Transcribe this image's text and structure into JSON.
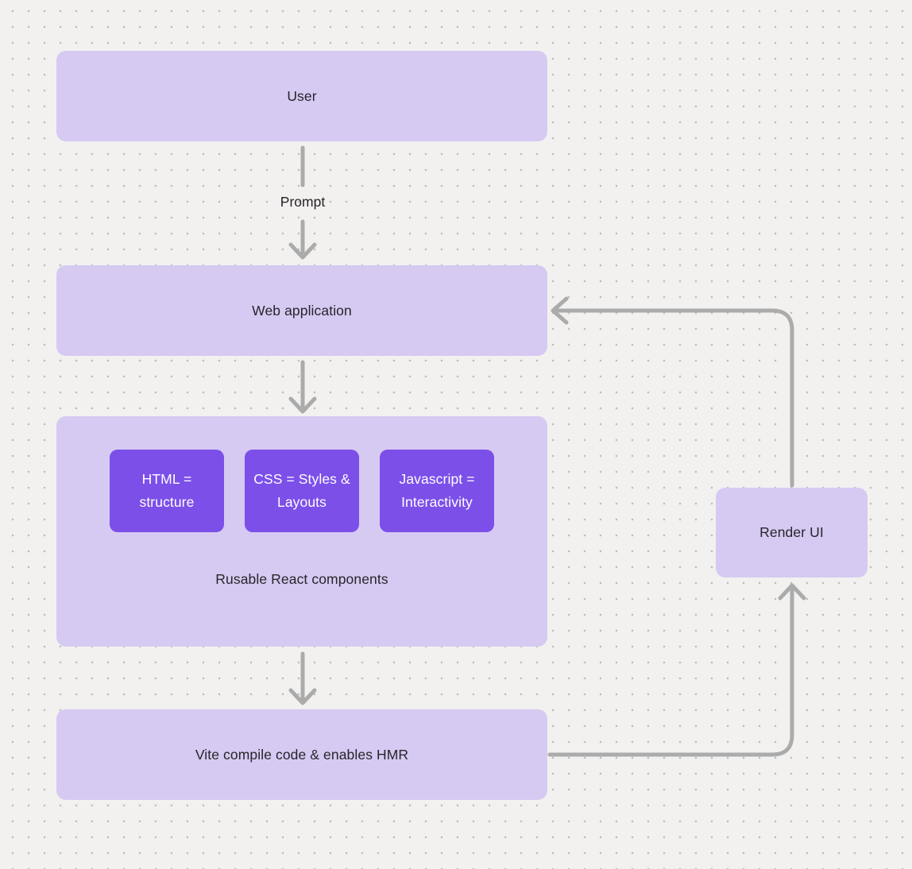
{
  "canvas": {
    "background_color": "#f2f1f0",
    "dot_color": "#bfbdbc"
  },
  "palette": {
    "node_fill": "#d6caf2",
    "accent_fill": "#7c4fe9",
    "accent_text": "#ffffff",
    "text_color": "#28242b",
    "connector_color": "#ababab"
  },
  "nodes": {
    "user": {
      "label": "User"
    },
    "web_application": {
      "label": "Web application"
    },
    "components_group": {
      "label": "Rusable React components",
      "children": [
        {
          "label": "HTML = structure"
        },
        {
          "label": "CSS = Styles & Layouts"
        },
        {
          "label": "Javascript = Interactivity"
        }
      ]
    },
    "vite": {
      "label": "Vite compile code & enables HMR"
    },
    "render_ui": {
      "label": "Render UI"
    }
  },
  "edges": {
    "user_to_web": {
      "label": "Prompt"
    }
  }
}
